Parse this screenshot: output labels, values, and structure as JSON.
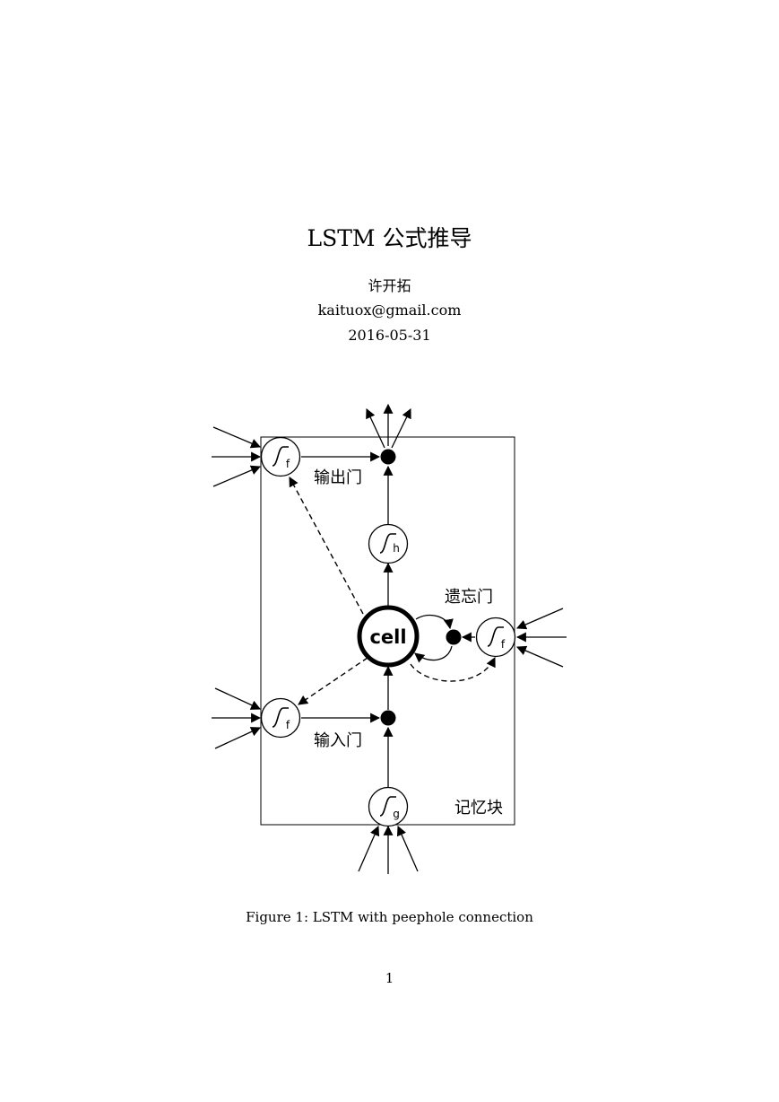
{
  "paper": {
    "title": "LSTM 公式推导",
    "author": "许开拓",
    "email": "kaituox@gmail.com",
    "date": "2016-05-31",
    "page_number": "1"
  },
  "figure": {
    "caption": "Figure 1: LSTM with peephole connection",
    "cell_label": "cell",
    "output_gate_label": "输出门",
    "forget_gate_label": "遗忘门",
    "input_gate_label": "输入门",
    "memory_block_label": "记忆块",
    "output_gate_sub": "f",
    "forget_gate_sub": "f",
    "input_gate_sub": "f",
    "output_squash_sub": "h",
    "input_squash_sub": "g"
  }
}
